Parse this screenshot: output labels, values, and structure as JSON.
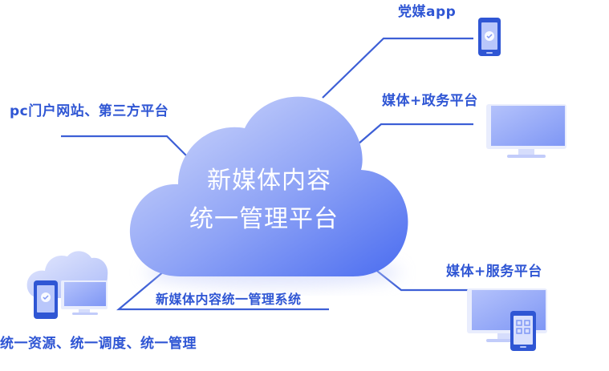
{
  "diagram": {
    "center": {
      "line1": "新媒体内容",
      "line2": "统一管理平台"
    },
    "nodes": {
      "party_app": "党媒app",
      "pc_portal": "pc门户网站、第三方平台",
      "gov_platform": "媒体+政务平台",
      "service_platform": "媒体+服务平台",
      "system_name": "新媒体内容统一管理系统",
      "unified": "统一资源、统一调度、统一管理"
    }
  },
  "colors": {
    "accent": "#2f56d4",
    "line": "#3d5fd6",
    "cloud_light": "#c9d2fb",
    "cloud_dark": "#4a6cf0",
    "monitor": "#8fa5f7"
  },
  "icons": {
    "phone": "phone-icon",
    "monitor": "monitor-icon",
    "cloud": "cloud-icon",
    "qr": "qr-code-icon"
  }
}
